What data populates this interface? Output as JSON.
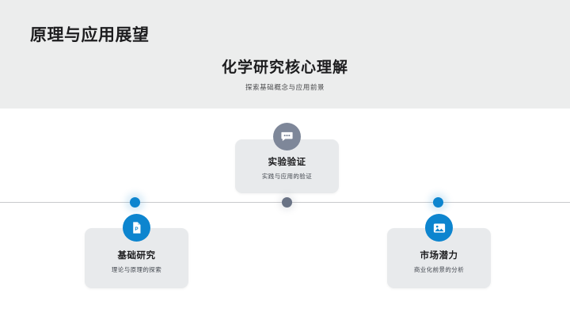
{
  "slide": {
    "title": "原理与应用展望",
    "heading": "化学研究核心理解",
    "subheading": "探索基础概念与应用前景"
  },
  "theme": {
    "header_bg": "#eceded",
    "page_bg": "#ffffff",
    "accent_blue": "#0d85cf",
    "accent_gray": "#7e8799",
    "card_bg": "#e8eaec",
    "axis_color": "#c9cacc",
    "title_color": "#1d1d1f"
  },
  "timeline": {
    "nodes": [
      {
        "position": "left",
        "color": "#0d85cf",
        "state": "blue"
      },
      {
        "position": "center",
        "color": "#6a7385",
        "state": "gray"
      },
      {
        "position": "right",
        "color": "#0d85cf",
        "state": "blue"
      }
    ],
    "cards": [
      {
        "id": "experiment-verification",
        "title": "实验验证",
        "desc": "实践与应用的验证",
        "placement": "above",
        "icon": "chat-bubble-icon",
        "icon_color": "#7e8799"
      },
      {
        "id": "basic-research",
        "title": "基础研究",
        "desc": "理论与原理的探索",
        "placement": "below",
        "icon": "document-p-icon",
        "icon_color": "#0d85cf"
      },
      {
        "id": "market-potential",
        "title": "市场潜力",
        "desc": "商业化前景的分析",
        "placement": "below",
        "icon": "image-picture-icon",
        "icon_color": "#0d85cf"
      }
    ]
  }
}
